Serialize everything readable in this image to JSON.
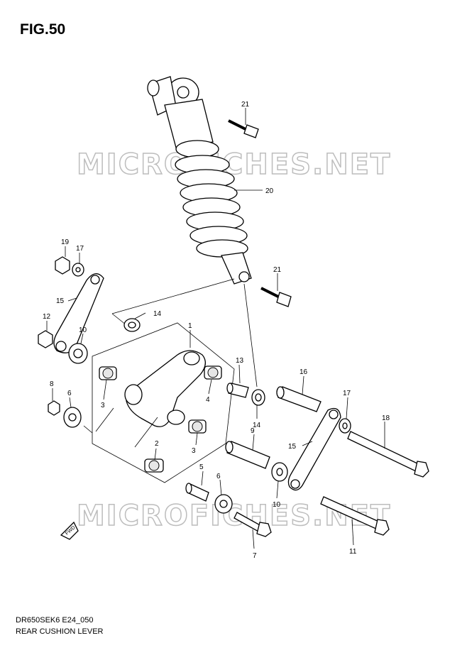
{
  "figure": {
    "title": "FIG.50"
  },
  "footer": {
    "model_code": "DR650SEK6 E24_050",
    "section_name": "REAR CUSHION LEVER"
  },
  "watermark": {
    "text": "MICROFICHES.NET"
  },
  "part_labels": {
    "p1": "1",
    "p2": "2",
    "p3a": "3",
    "p3b": "3",
    "p4": "4",
    "p5": "5",
    "p6a": "6",
    "p6b": "6",
    "p7": "7",
    "p8": "8",
    "p9": "9",
    "p10a": "10",
    "p10b": "10",
    "p11": "11",
    "p12": "12",
    "p13": "13",
    "p14a": "14",
    "p14b": "14",
    "p15a": "15",
    "p15b": "15",
    "p16": "16",
    "p17a": "17",
    "p17b": "17",
    "p18": "18",
    "p19": "19",
    "p20": "20",
    "p21a": "21",
    "p21b": "21"
  },
  "fwd": "FWD"
}
